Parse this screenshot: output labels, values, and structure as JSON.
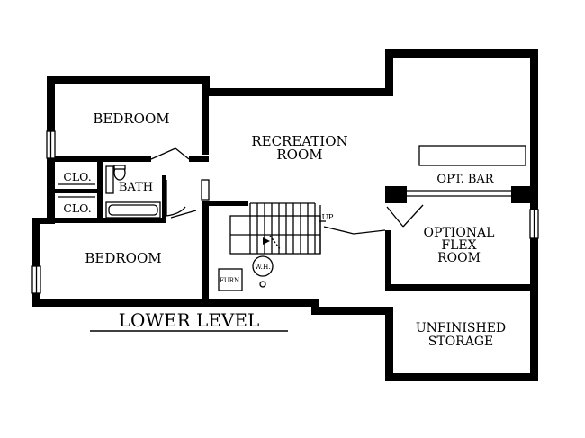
{
  "title": "LOWER LEVEL",
  "rooms": {
    "bedroom_top": "BEDROOM",
    "bedroom_bottom": "BEDROOM",
    "recreation_line1": "RECREATION",
    "recreation_line2": "ROOM",
    "closet_top": "CLO.",
    "closet_bottom": "CLO.",
    "bath": "BATH",
    "opt_bar": "OPT. BAR",
    "flex_line1": "OPTIONAL",
    "flex_line2": "FLEX",
    "flex_line3": "ROOM",
    "storage_line1": "UNFINISHED",
    "storage_line2": "STORAGE"
  },
  "fixtures": {
    "stair_up": "UP",
    "water_heater": "W.H.",
    "furnace": "FURN."
  }
}
